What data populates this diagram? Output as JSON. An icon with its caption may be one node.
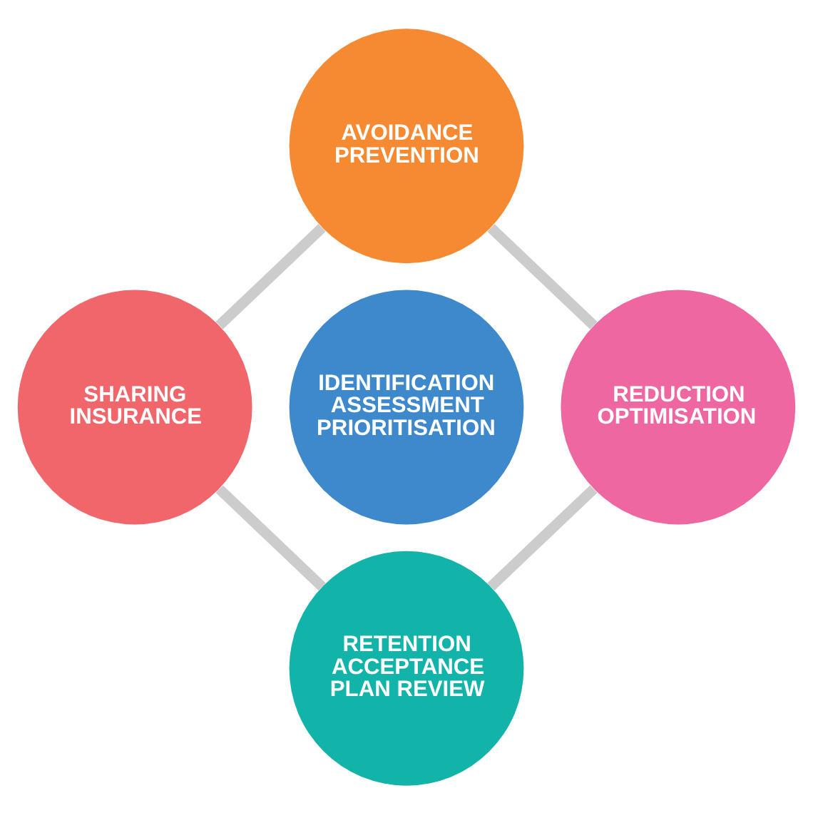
{
  "diagram": {
    "nodes": [
      {
        "text": [
          "AVOIDANCE",
          "PREVENTION"
        ]
      },
      {
        "text": [
          "SHARING",
          "INSURANCE"
        ]
      },
      {
        "text": [
          "IDENTIFICATION",
          "ASSESSMENT",
          "PRIORITISATION"
        ]
      },
      {
        "text": [
          "REDUCTION",
          "OPTIMISATION"
        ]
      },
      {
        "text": [
          "RETENTION",
          "ACCEPTANCE",
          "PLAN REVIEW"
        ]
      }
    ],
    "edges": [
      {
        "from": 0,
        "to": 3,
        "arrow": "none"
      },
      {
        "from": 3,
        "to": 4,
        "arrow": "none"
      },
      {
        "from": 4,
        "to": 1,
        "arrow": "none"
      },
      {
        "from": 1,
        "to": 0,
        "arrow": "none"
      }
    ]
  }
}
